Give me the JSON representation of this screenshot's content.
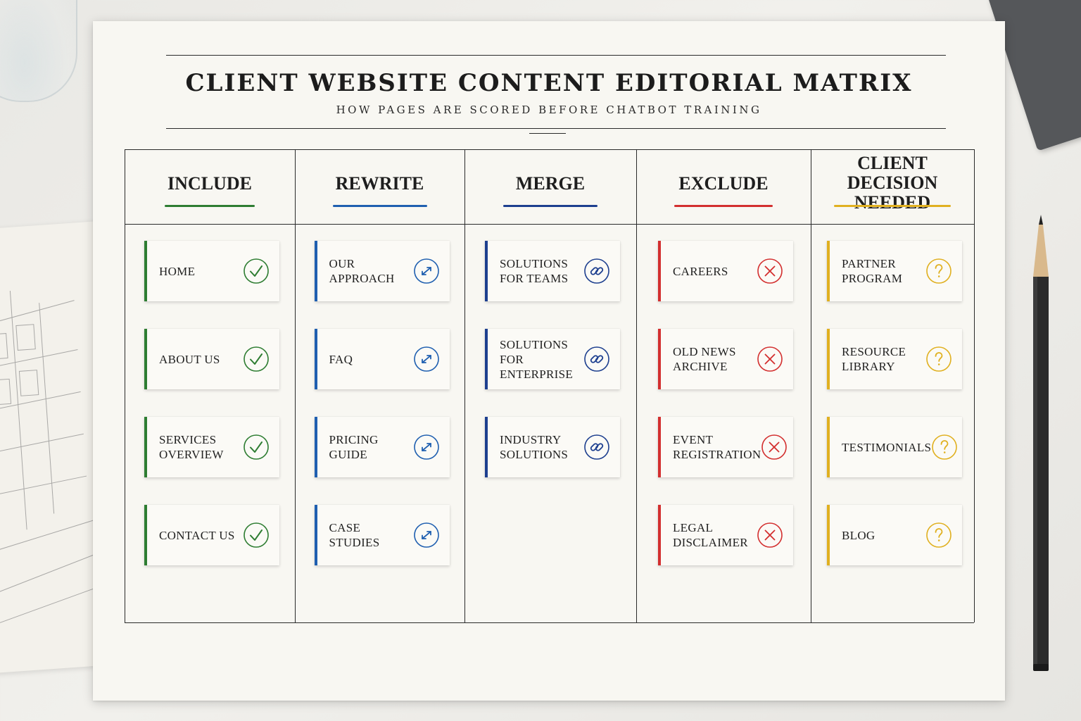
{
  "title": "CLIENT WEBSITE CONTENT EDITORIAL MATRIX",
  "subtitle": "HOW PAGES ARE SCORED BEFORE CHATBOT TRAINING",
  "columns": [
    {
      "title": "INCLUDE",
      "color": "#2e7d32",
      "icon": "check-circle-icon",
      "items": [
        "HOME",
        "ABOUT US",
        "SERVICES\nOVERVIEW",
        "CONTACT US"
      ]
    },
    {
      "title": "REWRITE",
      "color": "#1f5fb0",
      "icon": "edit-arrows-icon",
      "items": [
        "OUR APPROACH",
        "FAQ",
        "PRICING GUIDE",
        "CASE STUDIES"
      ]
    },
    {
      "title": "MERGE",
      "color": "#1d3f8f",
      "icon": "link-icon",
      "items": [
        "SOLUTIONS\nFOR TEAMS",
        "SOLUTIONS\nFOR ENTERPRISE",
        "INDUSTRY\nSOLUTIONS"
      ]
    },
    {
      "title": "EXCLUDE",
      "color": "#d32f2f",
      "icon": "x-circle-icon",
      "items": [
        "CAREERS",
        "OLD NEWS\nARCHIVE",
        "EVENT\nREGISTRATION",
        "LEGAL\nDISCLAIMER"
      ]
    },
    {
      "title": "CLIENT\nDECISION NEEDED",
      "color": "#e0b020",
      "icon": "question-circle-icon",
      "items": [
        "PARTNER\nPROGRAM",
        "RESOURCE\nLIBRARY",
        "TESTIMONIALS",
        "BLOG"
      ]
    }
  ]
}
